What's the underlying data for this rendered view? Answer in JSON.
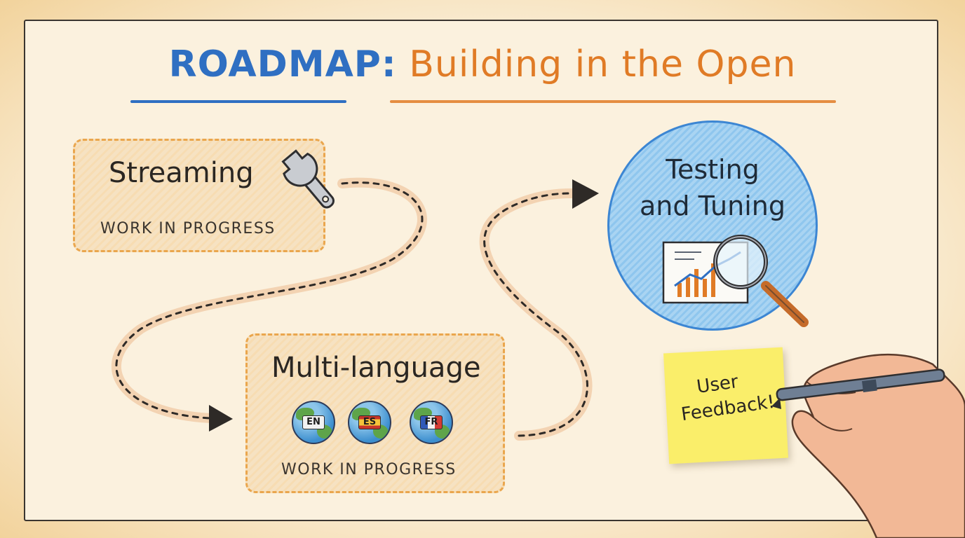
{
  "title": {
    "prefix": "ROADMAP:",
    "suffix": "Building in the Open"
  },
  "items": [
    {
      "name": "Streaming",
      "status": "WORK IN PROGRESS",
      "icon": "wrench-icon"
    },
    {
      "name": "Multi-language",
      "status": "WORK IN PROGRESS",
      "languages": [
        "EN",
        "ES",
        "FR"
      ]
    },
    {
      "name_line1": "Testing",
      "name_line2": "and Tuning",
      "icon": "magnifier-chart-icon"
    }
  ],
  "note": {
    "line1": "User",
    "line2": "Feedback!"
  },
  "colors": {
    "accent_blue": "#2f6fc2",
    "accent_orange": "#e07b26",
    "card_border": "#eaa64d",
    "circle_fill": "#8fc6ee",
    "sticky_note": "#faee6a"
  }
}
